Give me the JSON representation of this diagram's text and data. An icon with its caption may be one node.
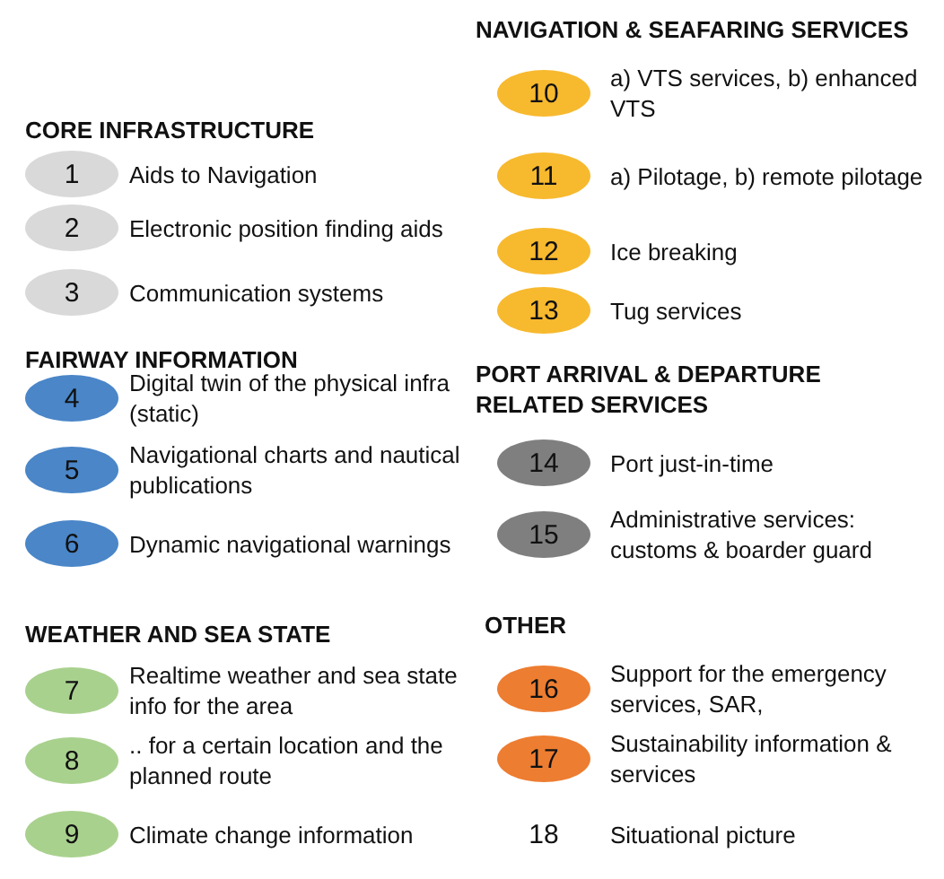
{
  "diagram": {
    "nodes": [
      {
        "text": [
          "1"
        ],
        "beside": [
          "Aids to Navigation"
        ]
      },
      {
        "text": [
          "2"
        ],
        "beside": [
          "Electronic position finding aids"
        ]
      },
      {
        "text": [
          "3"
        ],
        "beside": [
          "Communication systems"
        ]
      },
      {
        "text": [
          "4"
        ],
        "beside": [
          "Digital twin of the physical infra (static)"
        ]
      },
      {
        "text": [
          "5"
        ],
        "beside": [
          "Navigational charts and nautical publications"
        ]
      },
      {
        "text": [
          "6"
        ],
        "beside": [
          "Dynamic navigational warnings"
        ]
      },
      {
        "text": [
          "7"
        ],
        "beside": [
          "Realtime weather and sea state info for the area"
        ]
      },
      {
        "text": [
          "8"
        ],
        "beside": [
          ".. for a certain location and the planned route"
        ]
      },
      {
        "text": [
          "9"
        ],
        "beside": [
          "Climate change information"
        ]
      },
      {
        "text": [
          "10"
        ],
        "beside": [
          "a) VTS services, b) enhanced VTS"
        ]
      },
      {
        "text": [
          "11"
        ],
        "beside": [
          "a) Pilotage, b) remote pilotage"
        ]
      },
      {
        "text": [
          "12"
        ],
        "beside": [
          "Ice breaking"
        ]
      },
      {
        "text": [
          "13"
        ],
        "beside": [
          "Tug services"
        ]
      },
      {
        "text": [
          "14"
        ],
        "beside": [
          "Port just-in-time"
        ]
      },
      {
        "text": [
          "15"
        ],
        "beside": [
          "Administrative services: customs & boarder guard"
        ]
      },
      {
        "text": [
          "16"
        ],
        "beside": [
          "Support for the emergency services, SAR,"
        ]
      },
      {
        "text": [
          "17"
        ],
        "beside": [
          "Sustainability information & services"
        ]
      },
      {
        "text": [
          "18"
        ],
        "beside": [
          "Situational picture"
        ]
      }
    ],
    "labels": [
      "CORE INFRASTRUCTURE",
      "FAIRWAY INFORMATION",
      "WEATHER AND SEA STATE",
      "NAVIGATION & SEAFARING SERVICES",
      "PORT ARRIVAL & DEPARTURE RELATED SERVICES",
      "OTHER"
    ]
  }
}
